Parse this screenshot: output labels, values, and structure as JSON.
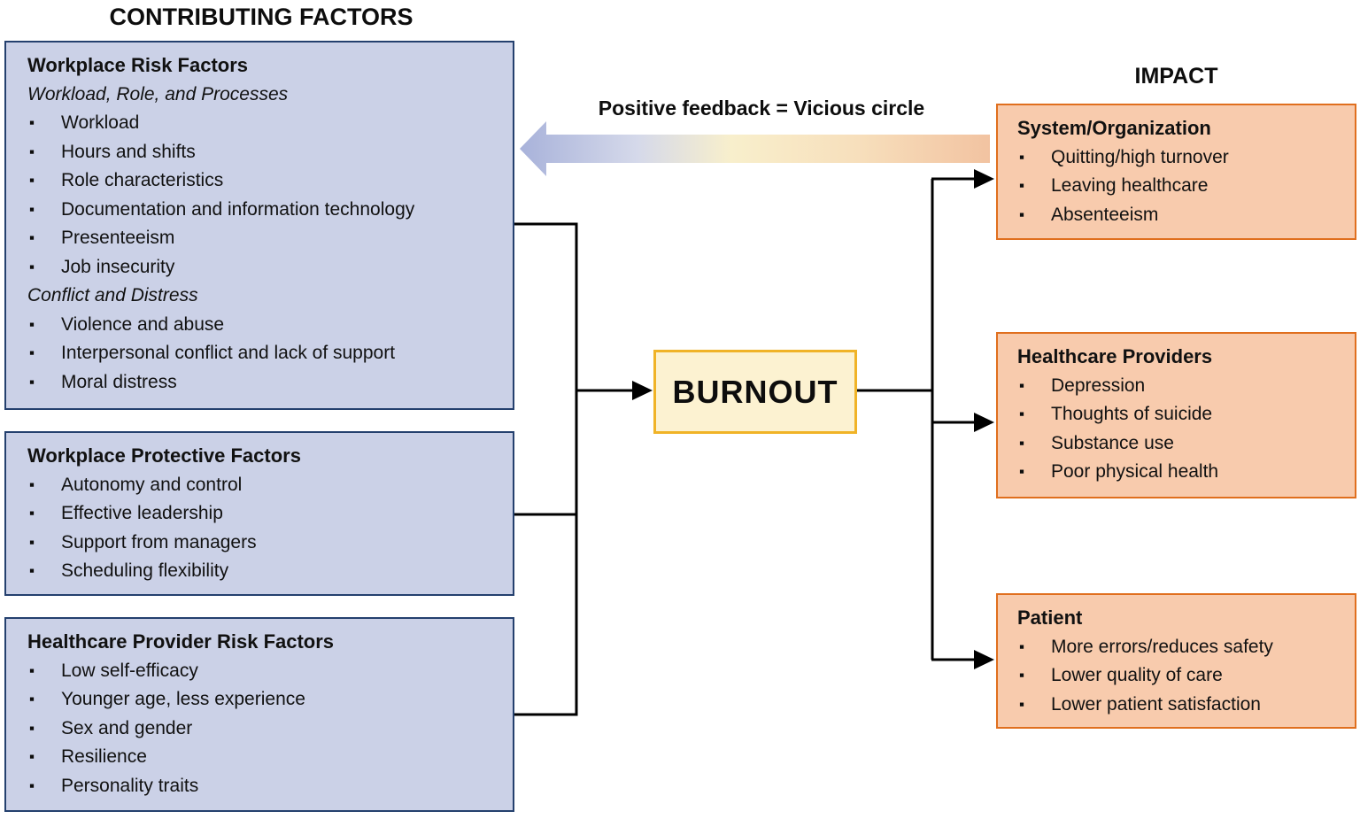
{
  "headings": {
    "contributing": "CONTRIBUTING FACTORS",
    "impact": "IMPACT"
  },
  "feedback_arrow": {
    "label": "Positive feedback = Vicious circle",
    "left_color": "#a8b2da",
    "mid_color": "#f8efcc",
    "right_color": "#f2c3a1"
  },
  "burnout": {
    "label": "BURNOUT",
    "fill": "#fcf2d1",
    "border": "#f0b327"
  },
  "contributing": {
    "box_fill": "#cbd1e7",
    "box_border": "#24406e",
    "workplace_risk": {
      "title": "Workplace Risk Factors",
      "group1_label": "Workload, Role, and Processes",
      "group1_items": [
        "Workload",
        "Hours and shifts",
        "Role characteristics",
        "Documentation and information technology",
        "Presenteeism",
        "Job insecurity"
      ],
      "group2_label": "Conflict and Distress",
      "group2_items": [
        "Violence and abuse",
        "Interpersonal conflict and lack of support",
        "Moral distress"
      ]
    },
    "workplace_protective": {
      "title": "Workplace Protective Factors",
      "items": [
        "Autonomy and control",
        "Effective leadership",
        "Support from managers",
        "Scheduling flexibility"
      ]
    },
    "provider_risk": {
      "title": "Healthcare Provider Risk Factors",
      "items": [
        "Low self-efficacy",
        "Younger age, less experience",
        "Sex and gender",
        "Resilience",
        "Personality traits"
      ]
    }
  },
  "impact_boxes": {
    "box_fill": "#f8cbad",
    "box_border": "#e06f1e",
    "system": {
      "title": "System/Organization",
      "items": [
        "Quitting/high turnover",
        "Leaving healthcare",
        "Absenteeism"
      ]
    },
    "providers": {
      "title": "Healthcare Providers",
      "items": [
        "Depression",
        "Thoughts of suicide",
        "Substance use",
        "Poor physical health"
      ]
    },
    "patient": {
      "title": "Patient",
      "items": [
        "More errors/reduces safety",
        "Lower quality of care",
        "Lower patient satisfaction"
      ]
    }
  }
}
